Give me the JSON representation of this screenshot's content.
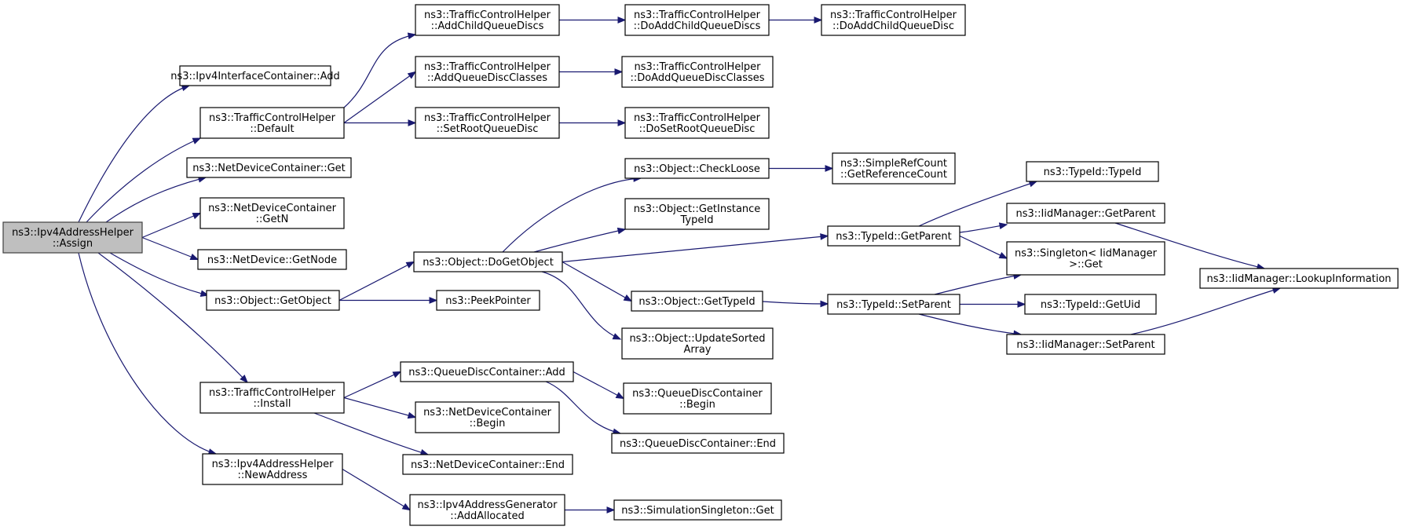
{
  "graph": {
    "nodes": [
      {
        "id": "n0",
        "lines": [
          "ns3::Ipv4AddressHelper",
          "::Assign"
        ],
        "root": true
      },
      {
        "id": "n1",
        "lines": [
          "ns3::Ipv4InterfaceContainer::Add"
        ]
      },
      {
        "id": "n2",
        "lines": [
          "ns3::TrafficControlHelper",
          "::Default"
        ]
      },
      {
        "id": "n3",
        "lines": [
          "ns3::NetDeviceContainer::Get"
        ]
      },
      {
        "id": "n4",
        "lines": [
          "ns3::NetDeviceContainer",
          "::GetN"
        ]
      },
      {
        "id": "n5",
        "lines": [
          "ns3::NetDevice::GetNode"
        ]
      },
      {
        "id": "n6",
        "lines": [
          "ns3::Object::GetObject"
        ]
      },
      {
        "id": "n7",
        "lines": [
          "ns3::TrafficControlHelper",
          "::Install"
        ]
      },
      {
        "id": "n8",
        "lines": [
          "ns3::Ipv4AddressHelper",
          "::NewAddress"
        ]
      },
      {
        "id": "n9",
        "lines": [
          "ns3::TrafficControlHelper",
          "::AddChildQueueDiscs"
        ]
      },
      {
        "id": "n10",
        "lines": [
          "ns3::TrafficControlHelper",
          "::AddQueueDiscClasses"
        ]
      },
      {
        "id": "n11",
        "lines": [
          "ns3::TrafficControlHelper",
          "::SetRootQueueDisc"
        ]
      },
      {
        "id": "n12",
        "lines": [
          "ns3::TrafficControlHelper",
          "::DoAddChildQueueDiscs"
        ]
      },
      {
        "id": "n13",
        "lines": [
          "ns3::TrafficControlHelper",
          "::DoAddChildQueueDisc"
        ]
      },
      {
        "id": "n14",
        "lines": [
          "ns3::TrafficControlHelper",
          "::DoAddQueueDiscClasses"
        ]
      },
      {
        "id": "n15",
        "lines": [
          "ns3::TrafficControlHelper",
          "::DoSetRootQueueDisc"
        ]
      },
      {
        "id": "n16",
        "lines": [
          "ns3::Object::DoGetObject"
        ]
      },
      {
        "id": "n17",
        "lines": [
          "ns3::PeekPointer"
        ]
      },
      {
        "id": "n18",
        "lines": [
          "ns3::Object::CheckLoose"
        ]
      },
      {
        "id": "n19",
        "lines": [
          "ns3::Object::GetInstance",
          "TypeId"
        ]
      },
      {
        "id": "n20",
        "lines": [
          "ns3::Object::GetTypeId"
        ]
      },
      {
        "id": "n21",
        "lines": [
          "ns3::Object::UpdateSorted",
          "Array"
        ]
      },
      {
        "id": "n22",
        "lines": [
          "ns3::SimpleRefCount",
          "::GetReferenceCount"
        ]
      },
      {
        "id": "n23",
        "lines": [
          "ns3::TypeId::GetParent"
        ]
      },
      {
        "id": "n24",
        "lines": [
          "ns3::TypeId::SetParent"
        ]
      },
      {
        "id": "n25",
        "lines": [
          "ns3::TypeId::TypeId"
        ]
      },
      {
        "id": "n26",
        "lines": [
          "ns3::IidManager::GetParent"
        ]
      },
      {
        "id": "n27",
        "lines": [
          "ns3::Singleton< IidManager",
          " >::Get"
        ]
      },
      {
        "id": "n28",
        "lines": [
          "ns3::TypeId::GetUid"
        ]
      },
      {
        "id": "n29",
        "lines": [
          "ns3::IidManager::SetParent"
        ]
      },
      {
        "id": "n30",
        "lines": [
          "ns3::IidManager::LookupInformation"
        ]
      },
      {
        "id": "n31",
        "lines": [
          "ns3::QueueDiscContainer::Add"
        ]
      },
      {
        "id": "n32",
        "lines": [
          "ns3::NetDeviceContainer",
          "::Begin"
        ]
      },
      {
        "id": "n33",
        "lines": [
          "ns3::NetDeviceContainer::End"
        ]
      },
      {
        "id": "n34",
        "lines": [
          "ns3::QueueDiscContainer",
          "::Begin"
        ]
      },
      {
        "id": "n35",
        "lines": [
          "ns3::QueueDiscContainer::End"
        ]
      },
      {
        "id": "n36",
        "lines": [
          "ns3::Ipv4AddressGenerator",
          "::AddAllocated"
        ]
      },
      {
        "id": "n37",
        "lines": [
          "ns3::SimulationSingleton::Get"
        ]
      }
    ],
    "edges": [
      [
        "n0",
        "n1"
      ],
      [
        "n0",
        "n2"
      ],
      [
        "n0",
        "n3"
      ],
      [
        "n0",
        "n4"
      ],
      [
        "n0",
        "n5"
      ],
      [
        "n0",
        "n6"
      ],
      [
        "n0",
        "n7"
      ],
      [
        "n0",
        "n8"
      ],
      [
        "n2",
        "n9"
      ],
      [
        "n2",
        "n10"
      ],
      [
        "n2",
        "n11"
      ],
      [
        "n9",
        "n12"
      ],
      [
        "n12",
        "n13"
      ],
      [
        "n10",
        "n14"
      ],
      [
        "n11",
        "n15"
      ],
      [
        "n6",
        "n16"
      ],
      [
        "n6",
        "n17"
      ],
      [
        "n16",
        "n18"
      ],
      [
        "n16",
        "n19"
      ],
      [
        "n16",
        "n23"
      ],
      [
        "n16",
        "n20"
      ],
      [
        "n16",
        "n21"
      ],
      [
        "n18",
        "n22"
      ],
      [
        "n23",
        "n25"
      ],
      [
        "n23",
        "n26"
      ],
      [
        "n23",
        "n27"
      ],
      [
        "n26",
        "n30"
      ],
      [
        "n20",
        "n24"
      ],
      [
        "n24",
        "n27"
      ],
      [
        "n24",
        "n28"
      ],
      [
        "n24",
        "n29"
      ],
      [
        "n29",
        "n30"
      ],
      [
        "n7",
        "n31"
      ],
      [
        "n7",
        "n32"
      ],
      [
        "n7",
        "n33"
      ],
      [
        "n31",
        "n34"
      ],
      [
        "n31",
        "n35"
      ],
      [
        "n8",
        "n36"
      ],
      [
        "n36",
        "n37"
      ]
    ]
  }
}
